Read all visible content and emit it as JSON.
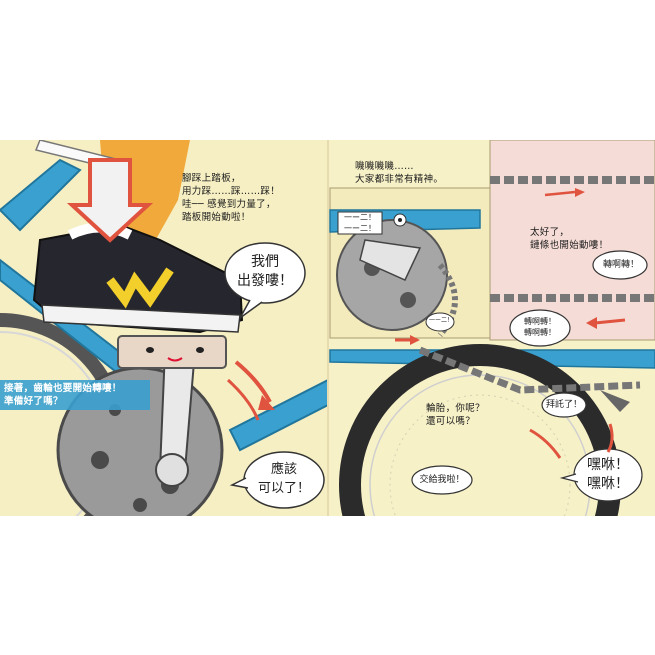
{
  "left_page": {
    "caption_pedal": "腳踩上踏板，\n用力踩……踩……踩！\n哇── 感覺到力量了，\n踏板開始動啦！",
    "bubble_go": "我們\n出發嘍！",
    "caption_gear": "接著，齒輪也要開始轉嘍！\n準備好了嗎？",
    "bubble_ok": "應該\n可以了！"
  },
  "right_page": {
    "caption_top": "嘰嘰嘰嘰……\n大家都非常有精神。",
    "small_face_text": "一ー二！\n一ー二！",
    "small_bubble_chain": "一ー二！",
    "caption_chain": "太好了，\n鏈條也開始動嘍！",
    "bubble_chain_spin": "轉啊轉！",
    "bubble_chain_spin2": "轉啊轉！\n轉啊轉！",
    "caption_tire": "輪胎，你呢？\n還可以嗎？",
    "bubble_please": "拜託了！",
    "bubble_leave_it": "交給我啦！",
    "bubble_heave": "嘿咻！\n嘿咻！"
  },
  "colors": {
    "background": "#f7f0c6",
    "bike_blue": "#3aa0cf",
    "arrow_red": "#e0533f",
    "shoe_black": "#26262e",
    "shoe_yellow": "#f2cf2b",
    "chain_panel": "#f5dcd6"
  }
}
